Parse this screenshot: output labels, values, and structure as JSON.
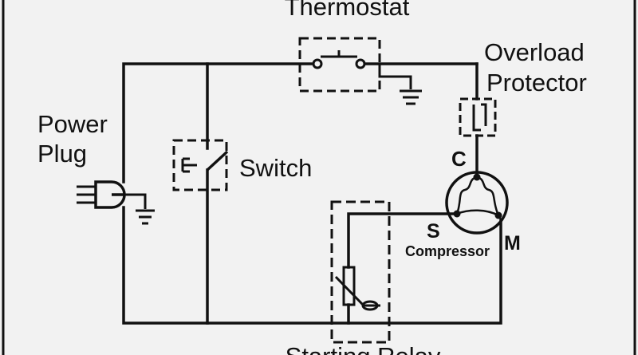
{
  "labels": {
    "thermostat": "Thermostat",
    "overload_line1": "Overload",
    "overload_line2": "Protector",
    "power_line1": "Power",
    "power_line2": "Plug",
    "switch": "Switch",
    "terminal_c": "C",
    "terminal_s": "S",
    "terminal_m": "M",
    "compressor": "Compressor",
    "starting_relay": "Starting Relay"
  },
  "colors": {
    "background": "#f2f2f2",
    "wire": "#111111",
    "frame": "#111111"
  }
}
